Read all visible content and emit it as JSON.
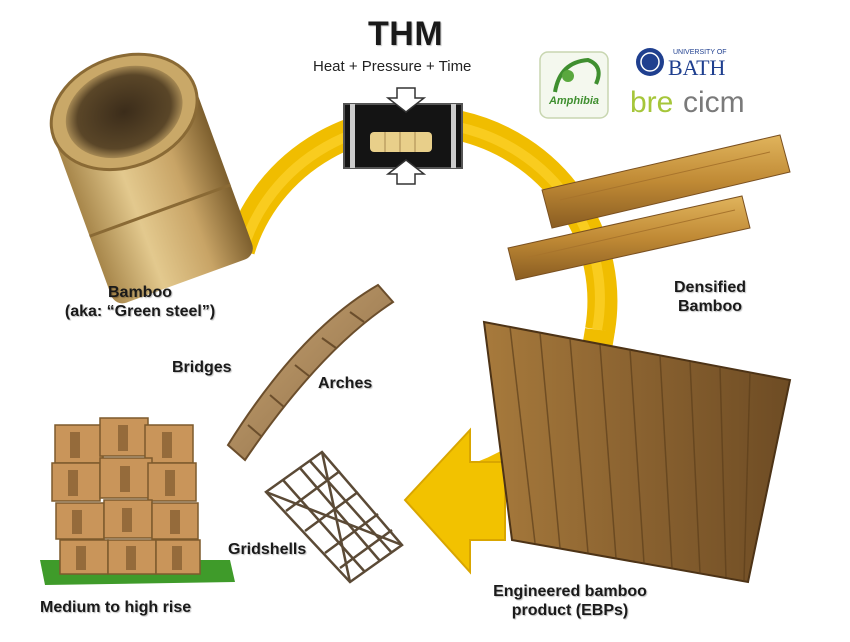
{
  "header": {
    "title": "THM",
    "subtitle": "Heat + Pressure + Time"
  },
  "labels": {
    "bamboo_line1": "Bamboo",
    "bamboo_line2": "(aka: “Green steel”)",
    "densified_line1": "Densified",
    "densified_line2": "Bamboo",
    "bridges": "Bridges",
    "arches": "Arches",
    "gridshells": "Gridshells",
    "medium_rise": "Medium to high rise",
    "ebp_line1": "Engineered bamboo",
    "ebp_line2": "product (EBPs)"
  },
  "logos": {
    "amphibia": "Amphibia",
    "bath_small": "UNIVERSITY OF",
    "bath_big": "BATH",
    "bre": "bre",
    "cicm": "cicm"
  },
  "colors": {
    "arrow": "#f2c200",
    "arrow_dark": "#e0a800",
    "bamboo_light": "#d8b878",
    "bamboo_dark": "#8a6a35",
    "panel_wood": "#9a7038",
    "grass": "#3f9b2a",
    "bre_green": "#a6c63a",
    "cicm_grey": "#7a7a7a",
    "bath_blue": "#1f3f8f"
  }
}
